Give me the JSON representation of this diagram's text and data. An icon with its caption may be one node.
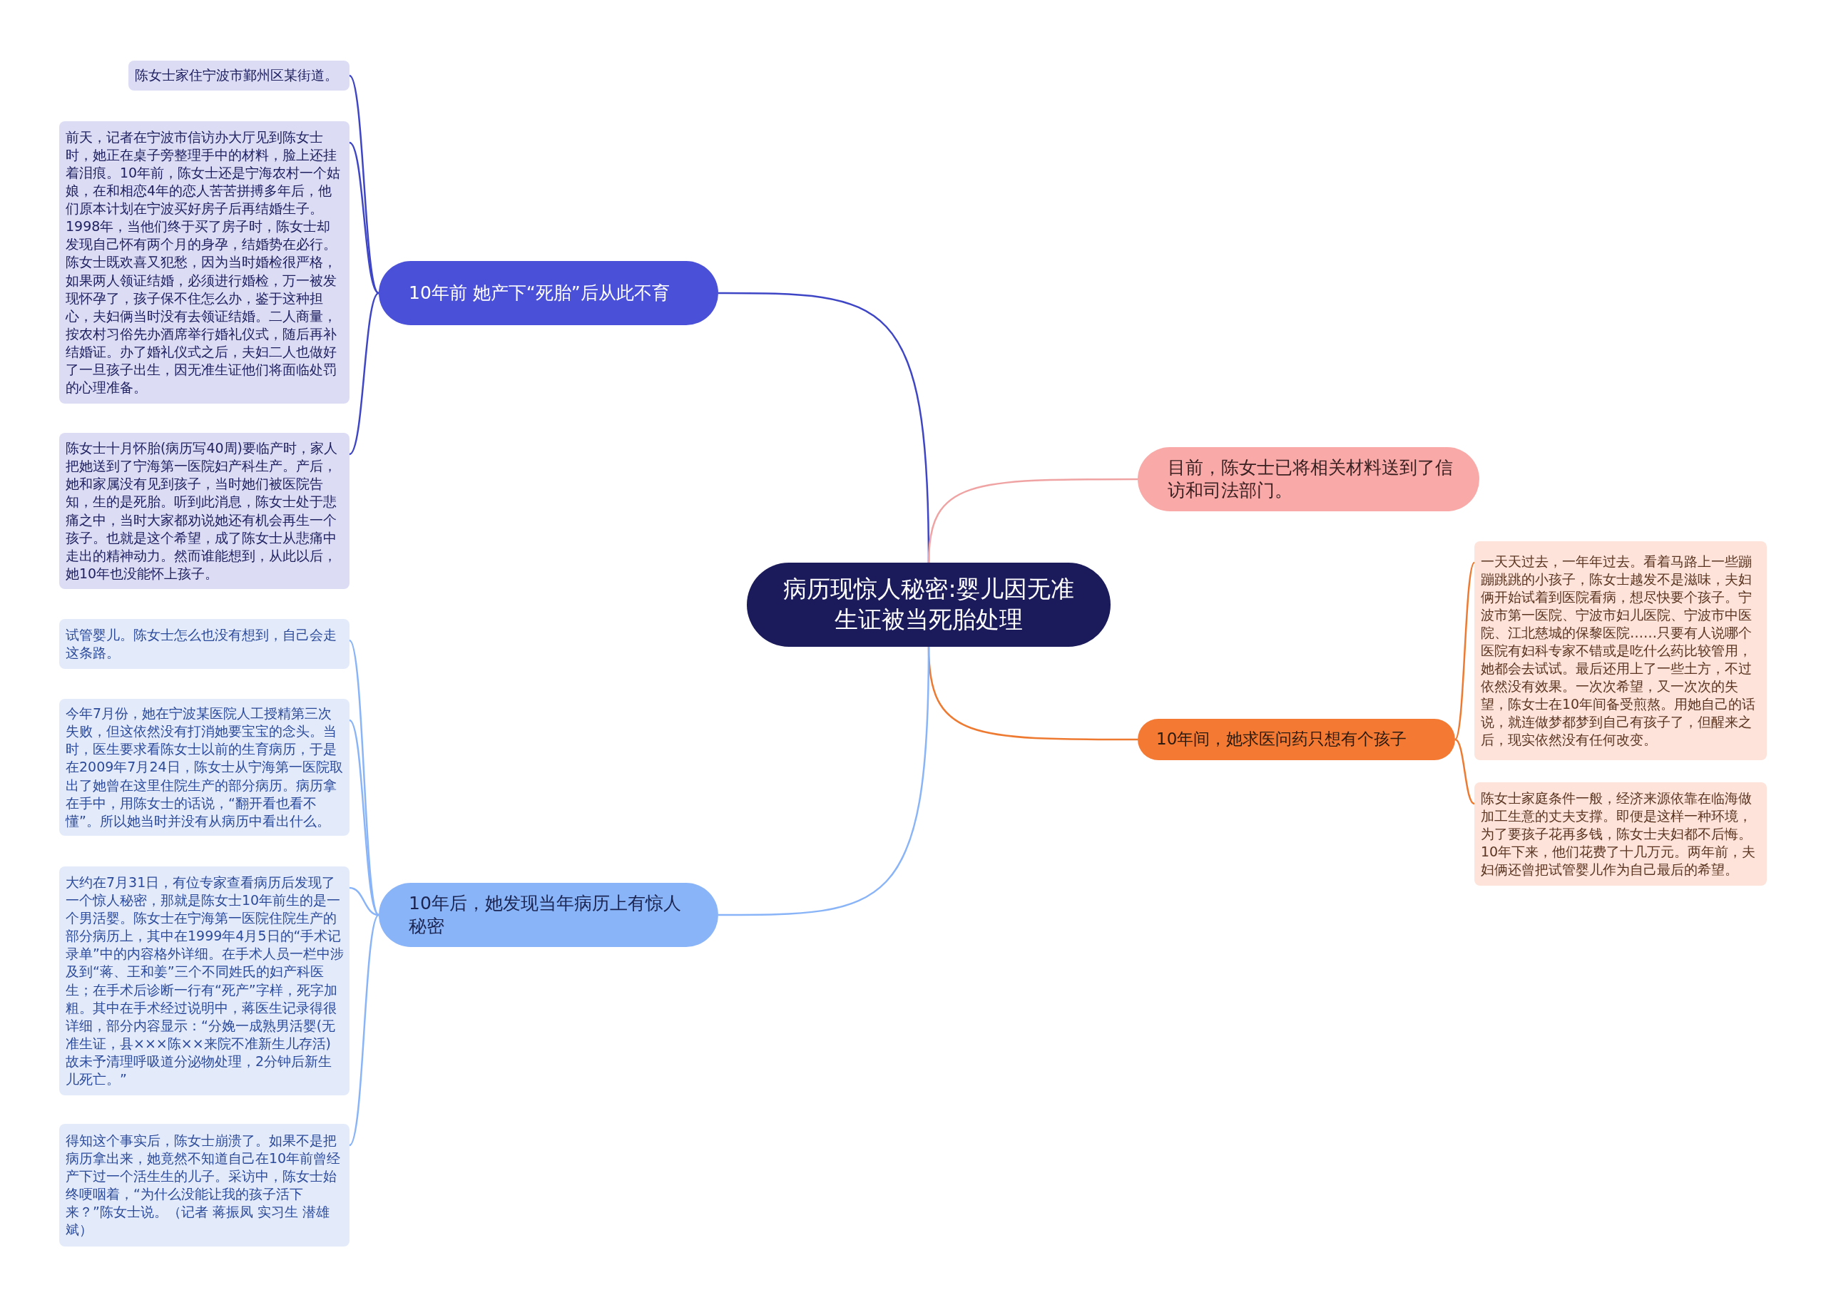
{
  "diagram": {
    "nodes": [
      {
        "text": [
          "病历现惊人秘密:婴儿因无准生证被当死胎处理"
        ]
      },
      {
        "text": [
          "10年前  她产下“死胎”后从此不育"
        ]
      },
      {
        "text": [
          "陈女士家住宁波市鄞州区某街道。"
        ]
      },
      {
        "text": [
          "前天，记者在宁波市信访办大厅见到陈女士时，她正在桌子旁整理手中的材料，脸上还挂着泪痕。10年前，陈女士还是宁海农村一个姑娘，在和相恋4年的恋人苦苦拼搏多年后，他们原本计划在宁波买好房子后再结婚生子。1998年，当他们终于买了房子时，陈女士却发现自己怀有两个月的身孕，结婚势在必行。陈女士既欢喜又犯愁，因为当时婚检很严格，如果两人领证结婚，必须进行婚检，万一被发现怀孕了，孩子保不住怎么办，鉴于这种担心，夫妇俩当时没有去领证结婚。二人商量，按农村习俗先办酒席举行婚礼仪式，随后再补结婚证。办了婚礼仪式之后，夫妇二人也做好了一旦孩子出生，因无准生证他们将面临处罚的心理准备。"
        ]
      },
      {
        "text": [
          "陈女士十月怀胎(病历写40周)要临产时，家人把她送到了宁海第一医院妇产科生产。产后，她和家属没有见到孩子，当时她们被医院告知，生的是死胎。听到此消息，陈女士处于悲痛之中，当时大家都劝说她还有机会再生一个孩子。也就是这个希望，成了陈女士从悲痛中走出的精神动力。然而谁能想到，从此以后，她10年也没能怀上孩子。"
        ]
      },
      {
        "text": [
          "目前，陈女士已将相关材料送到了信访和司法部门。"
        ]
      },
      {
        "text": [
          "10年间，她求医问药只想有个孩子"
        ]
      },
      {
        "text": [
          "一天天过去，一年年过去。看着马路上一些蹦蹦跳跳的小孩子，陈女士越发不是滋味，夫妇俩开始试着到医院看病，想尽快要个孩子。宁波市第一医院、宁波市妇儿医院、宁波市中医院、江北慈城的保黎医院……只要有人说哪个医院有妇科专家不错或是吃什么药比较管用，她都会去试试。最后还用上了一些土方，不过依然没有效果。一次次希望，又一次次的失望，陈女士在10年间备受煎熬。用她自己的话说，就连做梦都梦到自己有孩子了，但醒来之后，现实依然没有任何改变。"
        ]
      },
      {
        "text": [
          "陈女士家庭条件一般，经济来源依靠在临海做加工生意的丈夫支撑。即便是这样一种环境，为了要孩子花再多钱，陈女士夫妇都不后悔。10年下来，他们花费了十几万元。两年前，夫妇俩还曾把试管婴儿作为自己最后的希望。"
        ]
      },
      {
        "text": [
          "10年后，她发现当年病历上有惊人秘密"
        ]
      },
      {
        "text": [
          "试管婴儿。陈女士怎么也没有想到，自己会走这条路。"
        ]
      },
      {
        "text": [
          "今年7月份，她在宁波某医院人工授精第三次失败，但这依然没有打消她要宝宝的念头。当时，医生要求看陈女士以前的生育病历，于是在2009年7月24日，陈女士从宁海第一医院取出了她曾在这里住院生产的部分病历。病历拿在手中，用陈女士的话说，“翻开看也看不懂”。所以她当时并没有从病历中看出什么。"
        ]
      },
      {
        "text": [
          "大约在7月31日，有位专家查看病历后发现了一个惊人秘密，那就是陈女士10年前生的是一个男活婴。陈女士在宁海第一医院住院生产的部分病历上，其中在1999年4月5日的“手术记录单”中的内容格外详细。在手术人员一栏中涉及到“蒋、王和姜”三个不同姓氏的妇产科医生；在手术后诊断一行有“死产”字样，死字加粗。其中在手术经过说明中，蒋医生记录得很详细，部分内容显示：“分娩一成熟男活婴(无准生证，县×××陈××来院不准新生儿存活)故未予清理呼吸道分泌物处理，2分钟后新生儿死亡。”"
        ]
      },
      {
        "text": [
          "得知这个事实后，陈女士崩溃了。如果不是把病历拿出来，她竟然不知道自己在10年前曾经产下过一个活生生的儿子。采访中，陈女士始终哽咽着，“为什么没能让我的孩子活下来？”陈女士说。（记者 蒋振凤 实习生 潜雄斌）"
        ]
      }
    ],
    "edges": [
      {
        "from": 0,
        "to": 1,
        "arrow": "none",
        "color": "#3f46c6"
      },
      {
        "from": 1,
        "to": 2,
        "arrow": "none",
        "color": "#3f46c6"
      },
      {
        "from": 1,
        "to": 3,
        "arrow": "none",
        "color": "#3f46c6"
      },
      {
        "from": 1,
        "to": 4,
        "arrow": "none",
        "color": "#3f46c6"
      },
      {
        "from": 0,
        "to": 5,
        "arrow": "none",
        "color": "#f0a3a3"
      },
      {
        "from": 0,
        "to": 6,
        "arrow": "none",
        "color": "#ee7a32"
      },
      {
        "from": 6,
        "to": 7,
        "arrow": "none",
        "color": "#ee7a32"
      },
      {
        "from": 6,
        "to": 8,
        "arrow": "none",
        "color": "#ee7a32"
      },
      {
        "from": 0,
        "to": 9,
        "arrow": "none",
        "color": "#8ab4f8"
      },
      {
        "from": 9,
        "to": 10,
        "arrow": "none",
        "color": "#8ab4f8"
      },
      {
        "from": 9,
        "to": 11,
        "arrow": "none",
        "color": "#8ab4f8"
      },
      {
        "from": 9,
        "to": 12,
        "arrow": "none",
        "color": "#8ab4f8"
      },
      {
        "from": 9,
        "to": 13,
        "arrow": "none",
        "color": "#8ab4f8"
      }
    ]
  }
}
